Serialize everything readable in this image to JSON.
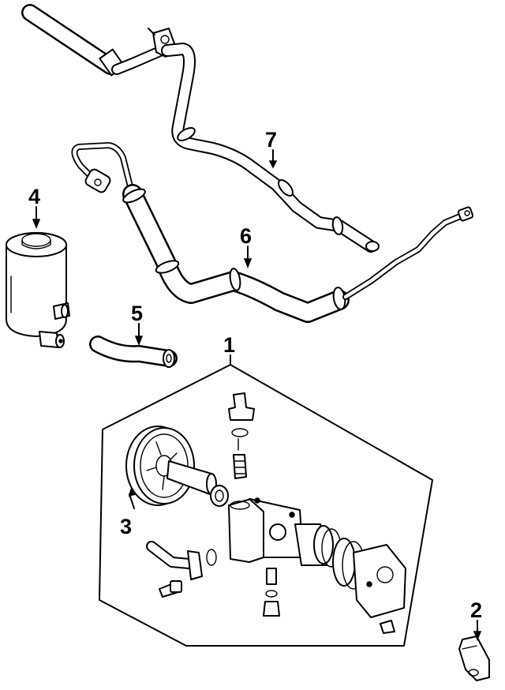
{
  "callouts": [
    {
      "id": "pump",
      "label": "1"
    },
    {
      "id": "bracket",
      "label": "2"
    },
    {
      "id": "pulley",
      "label": "3"
    },
    {
      "id": "reservoir",
      "label": "4"
    },
    {
      "id": "suction-hose",
      "label": "5"
    },
    {
      "id": "pressure-hose",
      "label": "6"
    },
    {
      "id": "return-hose",
      "label": "7"
    }
  ]
}
